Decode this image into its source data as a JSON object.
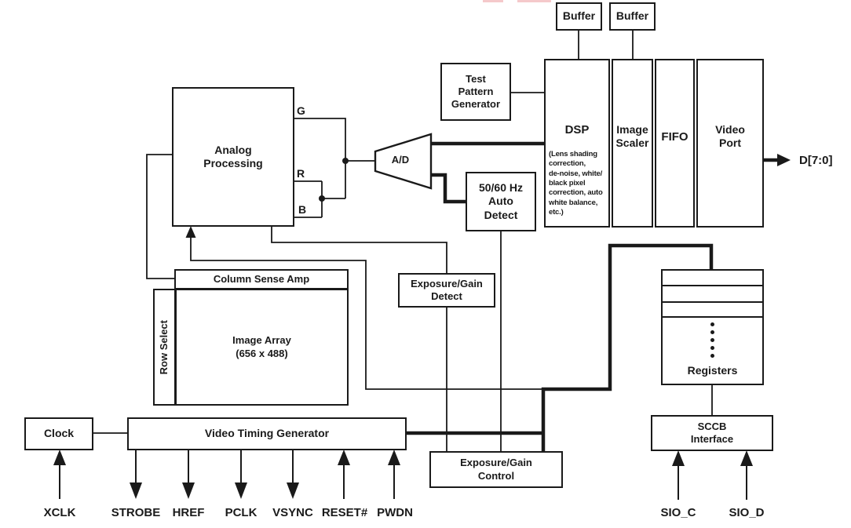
{
  "diagram": {
    "blocks": {
      "buffer_left": {
        "label": "Buffer"
      },
      "buffer_right": {
        "label": "Buffer"
      },
      "test_pattern_generator": {
        "label": "Test\nPattern\nGenerator"
      },
      "dsp": {
        "label": "DSP",
        "detail": "(Lens shading\ncorrection,\nde-noise, white/\nblack pixel\ncorrection, auto\nwhite balance,\netc.)"
      },
      "image_scaler": {
        "label": "Image\nScaler"
      },
      "fifo": {
        "label": "FIFO"
      },
      "video_port": {
        "label": "Video\nPort"
      },
      "analog_processing": {
        "label": "Analog\nProcessing"
      },
      "adc": {
        "label": "A/D"
      },
      "auto_detect_50_60hz": {
        "label": "50/60 Hz\nAuto\nDetect"
      },
      "exposure_gain_detect": {
        "label": "Exposure/Gain\nDetect"
      },
      "column_sense_amp": {
        "label": "Column Sense Amp"
      },
      "row_select": {
        "label": "Row Select"
      },
      "image_array": {
        "label": "Image Array\n(656 x 488)"
      },
      "clock": {
        "label": "Clock"
      },
      "video_timing_generator": {
        "label": "Video Timing Generator"
      },
      "exposure_gain_control": {
        "label": "Exposure/Gain\nControl"
      },
      "registers": {
        "label": "Registers"
      },
      "sccb_interface": {
        "label": "SCCB\nInterface"
      }
    },
    "pin_labels": {
      "g": "G",
      "r": "R",
      "b": "B",
      "data_bus": "D[7:0]",
      "xclk": "XCLK",
      "strobe": "STROBE",
      "href": "HREF",
      "pclk": "PCLK",
      "vsync": "VSYNC",
      "reset": "RESET#",
      "pwdn": "PWDN",
      "sio_c": "SIO_C",
      "sio_d": "SIO_D"
    },
    "colors": {
      "ink": "#1a1a1a",
      "background": "#ffffff",
      "top_artifact_pink": "#f5c9cb"
    }
  }
}
